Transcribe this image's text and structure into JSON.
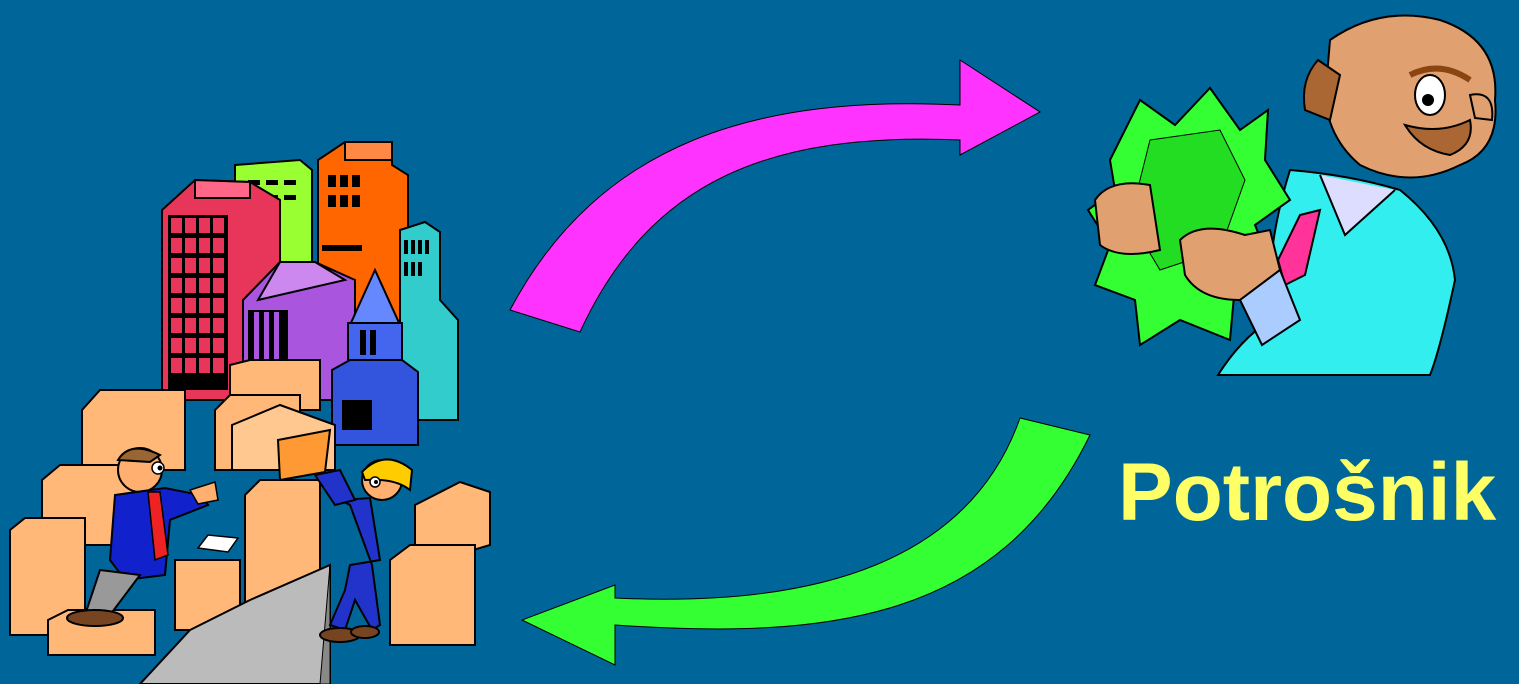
{
  "slide": {
    "background_color": "#006699",
    "consumer_label": "Potrošnik",
    "consumer_label_color": "#FFFF66"
  },
  "arrows": {
    "top_arrow_color": "#FF33FF",
    "bottom_arrow_color": "#33FF33"
  },
  "illustrations": {
    "left": "city-warehouse-workers-illustration",
    "right": "consumer-with-money-illustration"
  }
}
